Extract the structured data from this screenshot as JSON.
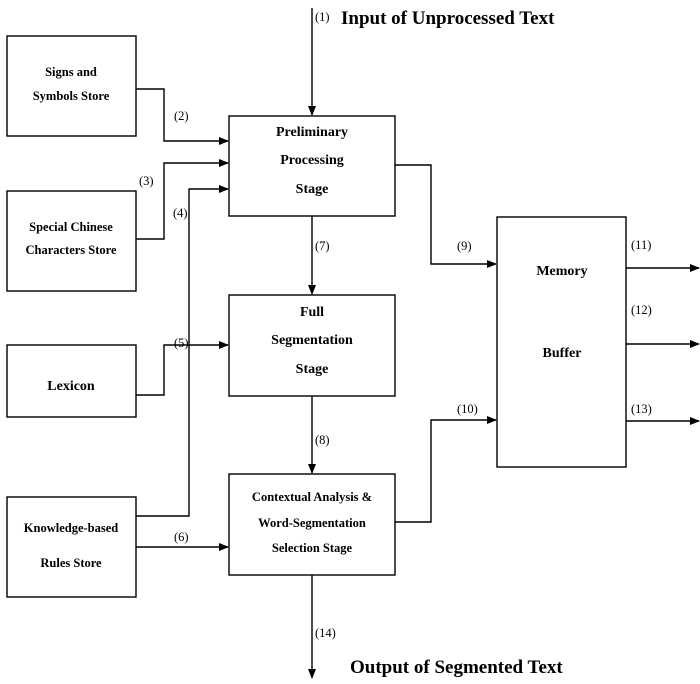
{
  "title_top": "Input of Unprocessed Text",
  "title_bottom": "Output of Segmented Text",
  "boxes": {
    "signs": [
      "Signs and",
      "Symbols Store"
    ],
    "special": [
      "Special Chinese",
      "Characters Store"
    ],
    "lexicon": [
      "Lexicon"
    ],
    "rules": [
      "Knowledge-based",
      "Rules Store"
    ],
    "preliminary": [
      "Preliminary",
      "Processing",
      "Stage"
    ],
    "full": [
      "Full",
      "Segmentation",
      "Stage"
    ],
    "contextual": [
      "Contextual Analysis &",
      "Word-Segmentation",
      "Selection Stage"
    ],
    "memory": [
      "Memory",
      "Buffer"
    ]
  },
  "labels": {
    "n1": "(1)",
    "n2": "(2)",
    "n3": "(3)",
    "n4": "(4)",
    "n5": "(5)",
    "n6": "(6)",
    "n7": "(7)",
    "n8": "(8)",
    "n9": "(9)",
    "n10": "(10)",
    "n11": "(11)",
    "n12": "(12)",
    "n13": "(13)",
    "n14": "(14)"
  }
}
